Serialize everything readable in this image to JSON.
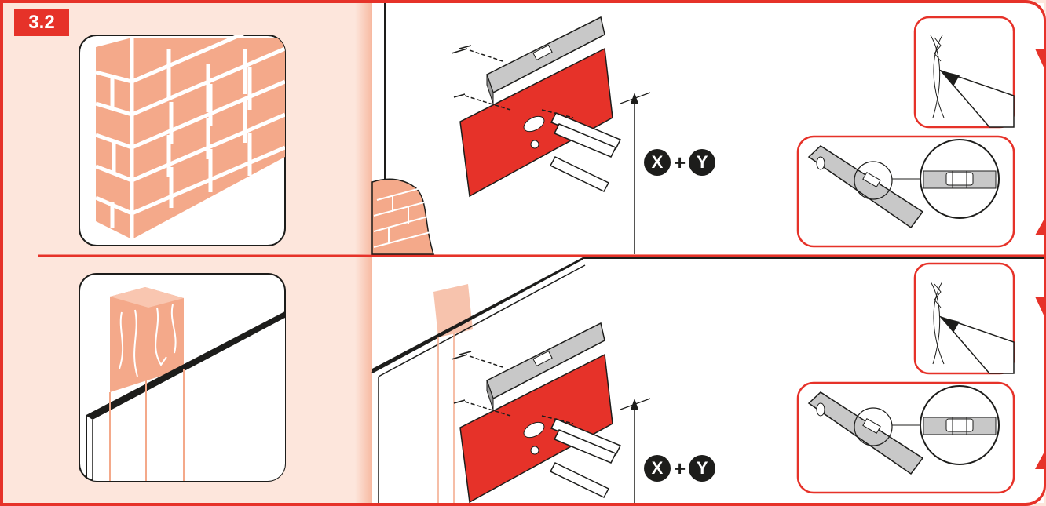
{
  "step": {
    "label": "3.2"
  },
  "rows": [
    {
      "id": "brick",
      "wall_type_icon": "brick-wall-icon",
      "measure": {
        "x_label": "X",
        "plus": "+",
        "y_label": "Y"
      }
    },
    {
      "id": "stud",
      "wall_type_icon": "wooden-stud-wall-icon",
      "measure": {
        "x_label": "X",
        "plus": "+",
        "y_label": "Y"
      }
    }
  ],
  "colors": {
    "accent": "#e63229",
    "brick": "#f4a98a",
    "panel_bg": "#fde6dc",
    "ink": "#1d1d1b",
    "level": "#c8c8c8"
  }
}
